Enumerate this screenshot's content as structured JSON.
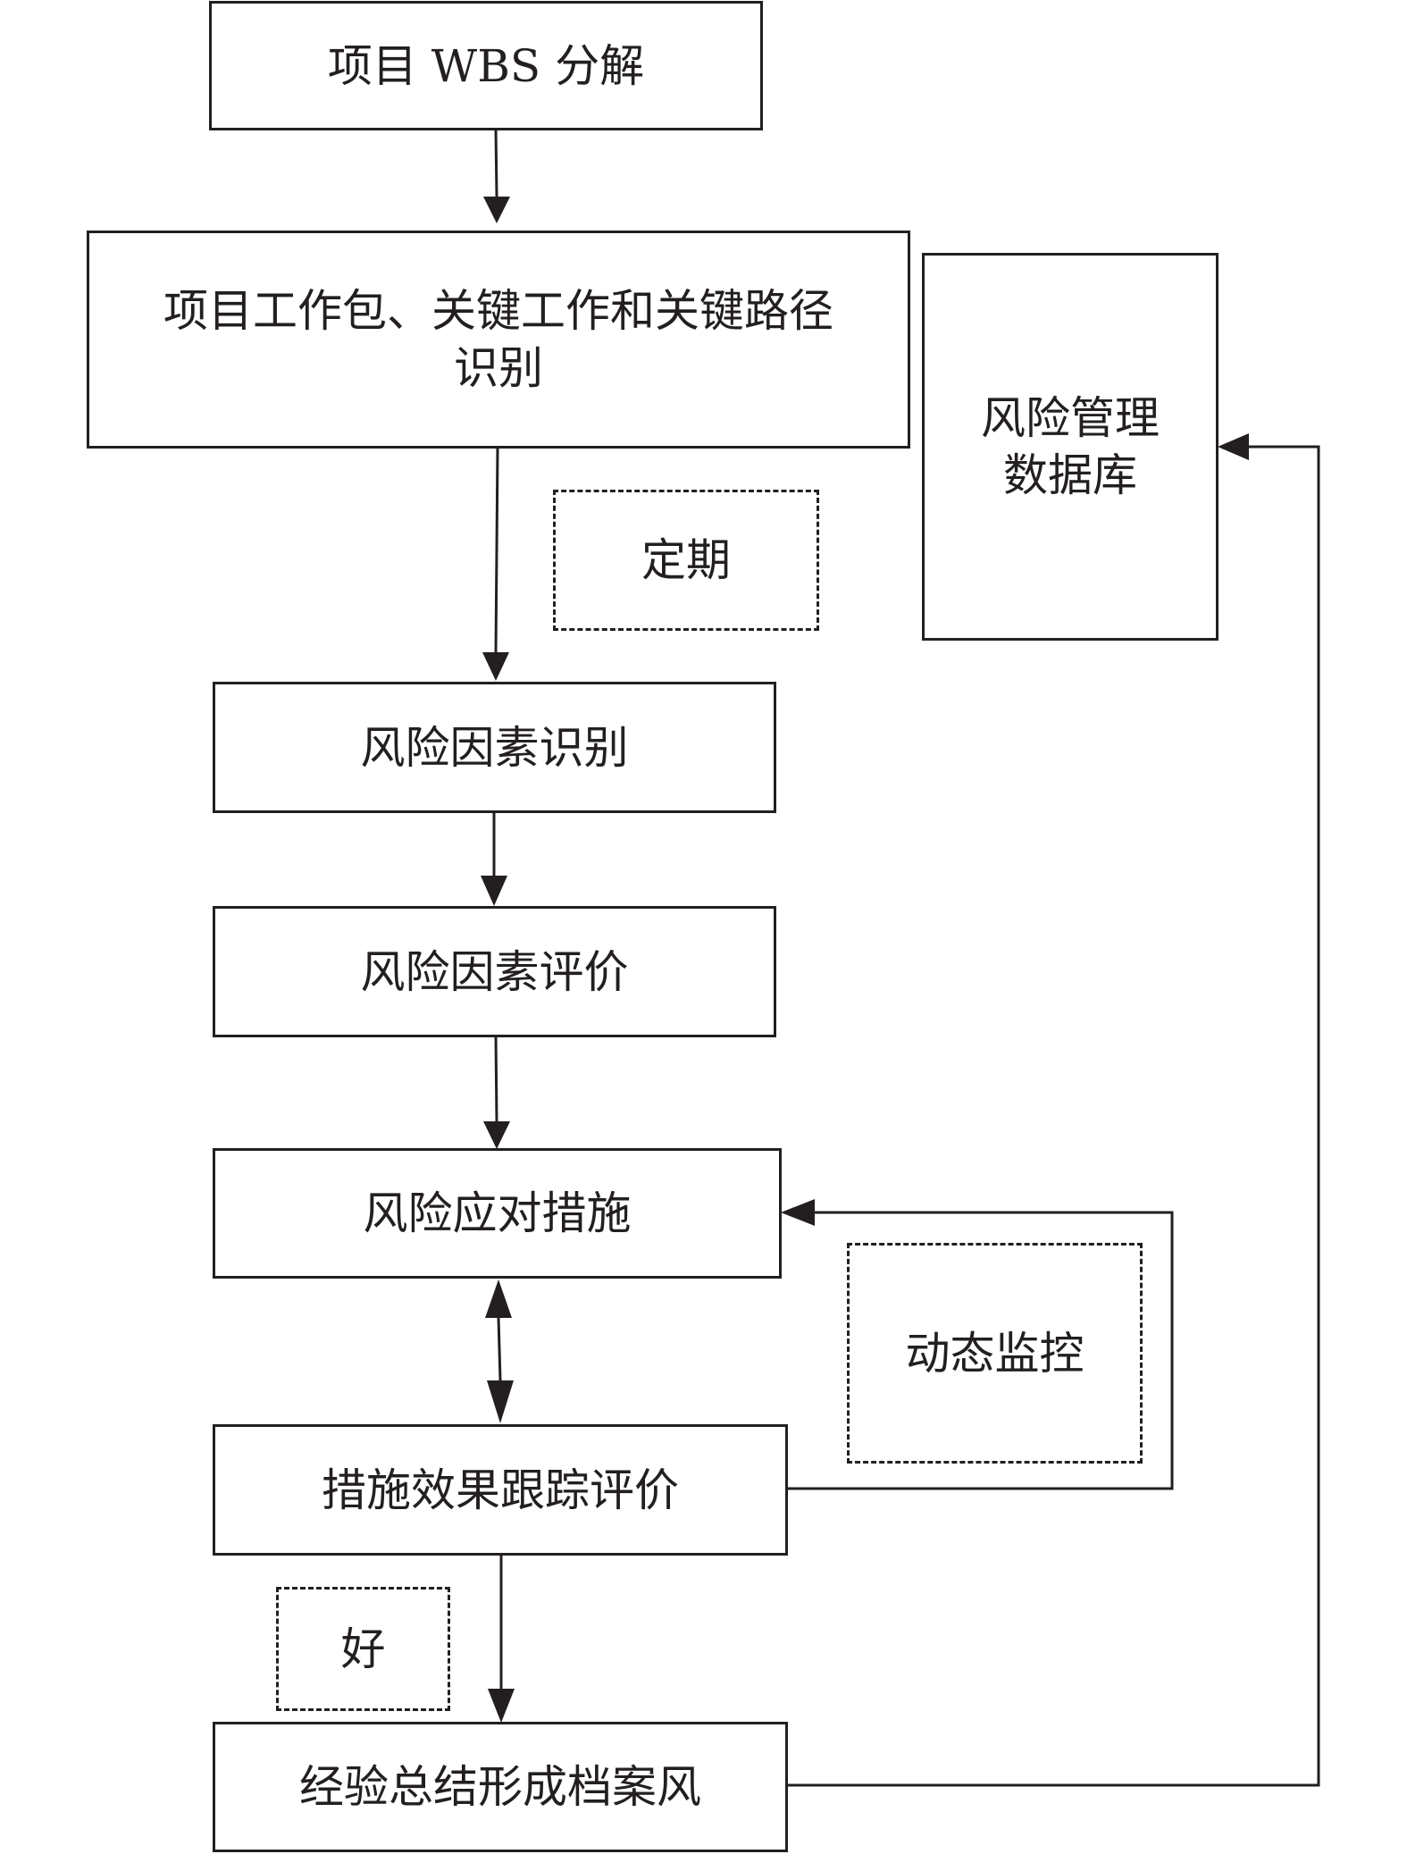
{
  "nodes": {
    "wbs": "项目 WBS 分解",
    "work_package_line1": "项目工作包、关键工作和关键路径",
    "work_package_line2": "识别",
    "risk_identification": "风险因素识别",
    "risk_evaluation": "风险因素评价",
    "risk_response": "风险应对措施",
    "effect_tracking": "措施效果跟踪评价",
    "experience_archive": "经验总结形成档案风",
    "risk_db_line1": "风险管理",
    "risk_db_line2": "数据库"
  },
  "annotations": {
    "periodic": "定期",
    "dynamic_monitoring": "动态监控",
    "good": "好"
  },
  "colors": {
    "stroke": "#231f20",
    "background": "#ffffff"
  }
}
